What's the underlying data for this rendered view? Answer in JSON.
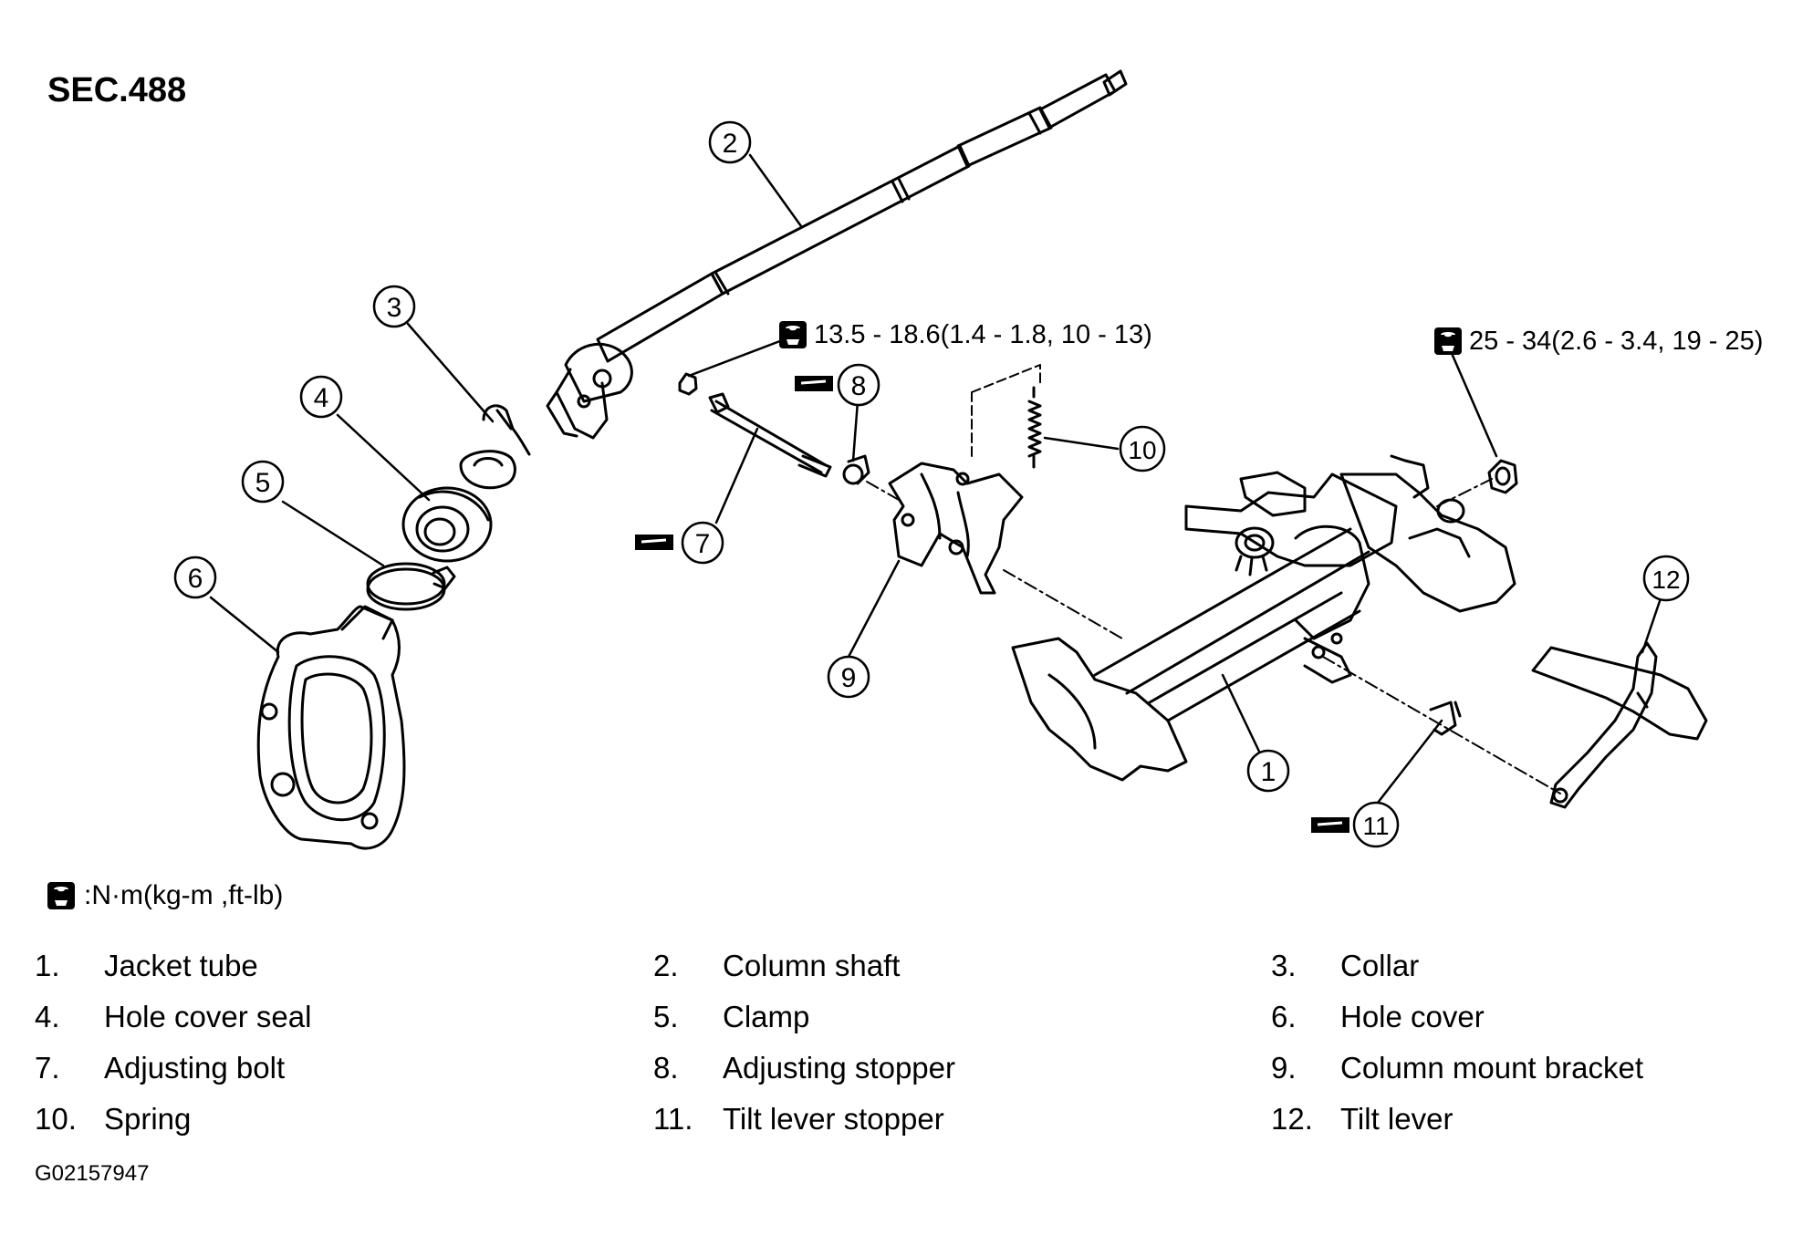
{
  "title": "SEC.488",
  "torque_1": "13.5 - 18.6(1.4 - 1.8, 10 - 13)",
  "torque_2": "25 - 34(2.6 - 3.4, 19 - 25)",
  "torque_unit_legend": ":N·m(kg-m ,ft-lb)",
  "callouts": [
    "1",
    "2",
    "3",
    "4",
    "5",
    "6",
    "7",
    "8",
    "9",
    "10",
    "11",
    "12"
  ],
  "parts": [
    {
      "num": "1.",
      "name": "Jacket tube"
    },
    {
      "num": "2.",
      "name": "Column shaft"
    },
    {
      "num": "3.",
      "name": "Collar"
    },
    {
      "num": "4.",
      "name": "Hole cover seal"
    },
    {
      "num": "5.",
      "name": "Clamp"
    },
    {
      "num": "6.",
      "name": "Hole cover"
    },
    {
      "num": "7.",
      "name": "Adjusting bolt"
    },
    {
      "num": "8.",
      "name": "Adjusting stopper"
    },
    {
      "num": "9.",
      "name": "Column mount bracket"
    },
    {
      "num": "10.",
      "name": "Spring"
    },
    {
      "num": "11.",
      "name": "Tilt lever stopper"
    },
    {
      "num": "12.",
      "name": "Tilt lever"
    }
  ],
  "figure_code": "G02157947",
  "icons": {
    "torque": "torque-wrench-icon",
    "grease": "grease-icon"
  }
}
